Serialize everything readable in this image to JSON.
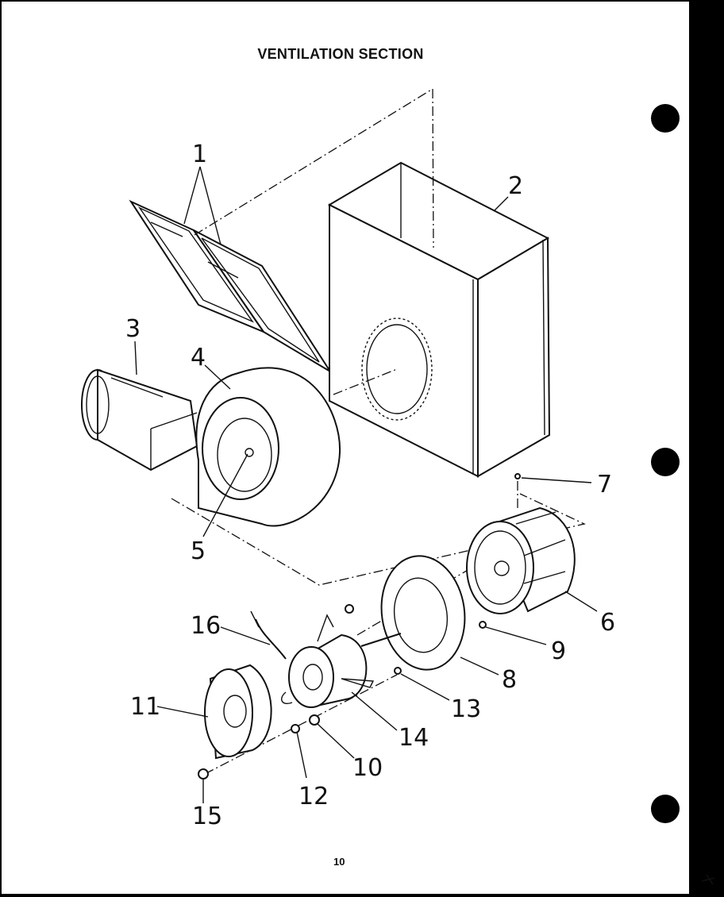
{
  "title": "VENTILATION SECTION",
  "page_number": "10",
  "callouts": {
    "c1": "1",
    "c2": "2",
    "c3": "3",
    "c4": "4",
    "c5": "5",
    "c6": "6",
    "c7": "7",
    "c8": "8",
    "c9": "9",
    "c10": "10",
    "c11": "11",
    "c12": "12",
    "c13": "13",
    "c14": "14",
    "c15": "15",
    "c16": "16"
  }
}
